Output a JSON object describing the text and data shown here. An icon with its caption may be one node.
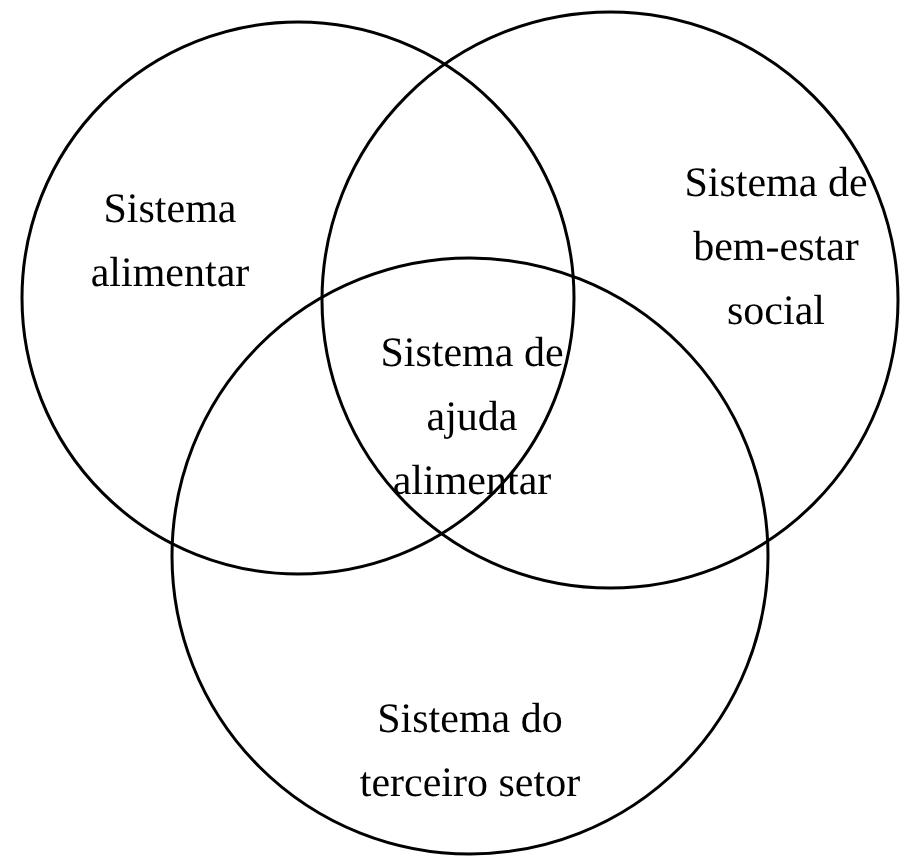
{
  "diagram": {
    "nodes": [
      {
        "text": [
          "Sistema alimentar"
        ]
      },
      {
        "text": [
          "Sistema de bem-estar social"
        ]
      },
      {
        "text": [
          "Sistema do terceiro setor"
        ]
      }
    ],
    "labels": [
      "Sistema de ajuda alimentar"
    ]
  }
}
